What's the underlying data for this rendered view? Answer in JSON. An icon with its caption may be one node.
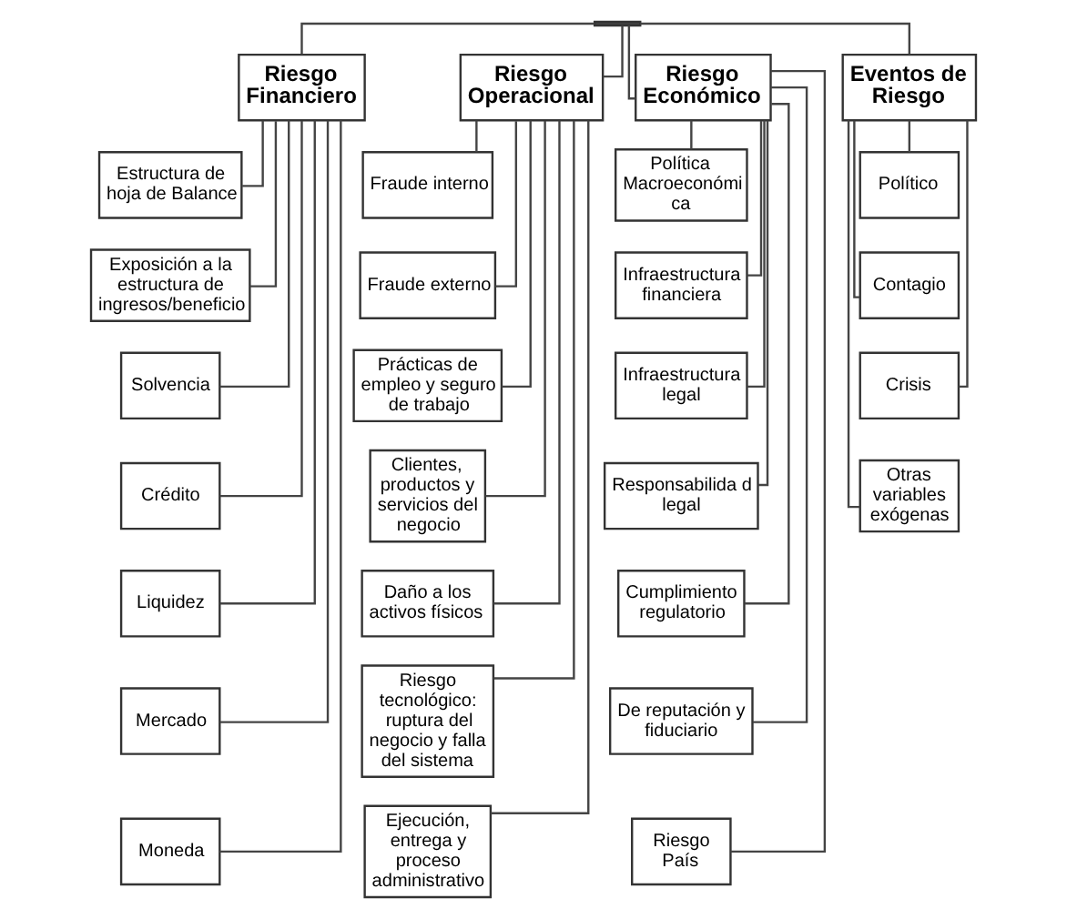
{
  "diagram": {
    "nodes": [
      {
        "text": [],
        "shape": "bar"
      },
      {
        "text": [
          "Riesgo Financiero"
        ]
      },
      {
        "text": [
          "Estructura de hoja de Balance"
        ]
      },
      {
        "text": [
          "Exposición a la estructura de ingresos/beneficio"
        ]
      },
      {
        "text": [
          "Solvencia"
        ]
      },
      {
        "text": [
          "Crédito"
        ]
      },
      {
        "text": [
          "Liquidez"
        ]
      },
      {
        "text": [
          "Mercado"
        ]
      },
      {
        "text": [
          "Moneda"
        ]
      },
      {
        "text": [
          "Riesgo Operacional"
        ]
      },
      {
        "text": [
          "Fraude interno"
        ]
      },
      {
        "text": [
          "Fraude externo"
        ]
      },
      {
        "text": [
          "Prácticas de empleo y seguro de trabajo"
        ]
      },
      {
        "text": [
          "Clientes, productos y servicios del negocio"
        ]
      },
      {
        "text": [
          "Daño a los activos físicos"
        ]
      },
      {
        "text": [
          "Riesgo tecnológico: ruptura del negocio y falla del sistema"
        ]
      },
      {
        "text": [
          "Ejecución, entrega y proceso administrativo"
        ]
      },
      {
        "text": [
          "Riesgo Económico"
        ]
      },
      {
        "text": [
          "Política Macroeconómi ca"
        ]
      },
      {
        "text": [
          "Infraestructura financiera"
        ]
      },
      {
        "text": [
          "Infraestructura legal"
        ]
      },
      {
        "text": [
          "Responsabilida d legal"
        ]
      },
      {
        "text": [
          "Cumplimiento regulatorio"
        ]
      },
      {
        "text": [
          "De reputación y fiduciario"
        ]
      },
      {
        "text": [
          "Riesgo País"
        ]
      },
      {
        "text": [
          "Eventos de Riesgo"
        ]
      },
      {
        "text": [
          "Político"
        ]
      },
      {
        "text": [
          "Contagio"
        ]
      },
      {
        "text": [
          "Crisis"
        ]
      },
      {
        "text": [
          "Otras variables exógenas"
        ]
      }
    ],
    "edges": [
      {
        "from": 0,
        "to": 1,
        "arrow": "none"
      },
      {
        "from": 0,
        "to": 9,
        "arrow": "none"
      },
      {
        "from": 0,
        "to": 17,
        "arrow": "none"
      },
      {
        "from": 0,
        "to": 25,
        "arrow": "none"
      },
      {
        "from": 1,
        "to": 2,
        "arrow": "none"
      },
      {
        "from": 1,
        "to": 3,
        "arrow": "none"
      },
      {
        "from": 1,
        "to": 4,
        "arrow": "none"
      },
      {
        "from": 1,
        "to": 5,
        "arrow": "none"
      },
      {
        "from": 1,
        "to": 6,
        "arrow": "none"
      },
      {
        "from": 1,
        "to": 7,
        "arrow": "none"
      },
      {
        "from": 1,
        "to": 8,
        "arrow": "none"
      },
      {
        "from": 9,
        "to": 10,
        "arrow": "none"
      },
      {
        "from": 9,
        "to": 11,
        "arrow": "none"
      },
      {
        "from": 9,
        "to": 12,
        "arrow": "none"
      },
      {
        "from": 9,
        "to": 13,
        "arrow": "none"
      },
      {
        "from": 9,
        "to": 14,
        "arrow": "none"
      },
      {
        "from": 9,
        "to": 15,
        "arrow": "none"
      },
      {
        "from": 9,
        "to": 16,
        "arrow": "none"
      },
      {
        "from": 17,
        "to": 18,
        "arrow": "none"
      },
      {
        "from": 17,
        "to": 19,
        "arrow": "none"
      },
      {
        "from": 17,
        "to": 20,
        "arrow": "none"
      },
      {
        "from": 17,
        "to": 21,
        "arrow": "none"
      },
      {
        "from": 17,
        "to": 22,
        "arrow": "none"
      },
      {
        "from": 17,
        "to": 23,
        "arrow": "none"
      },
      {
        "from": 17,
        "to": 24,
        "arrow": "none"
      },
      {
        "from": 25,
        "to": 26,
        "arrow": "none"
      },
      {
        "from": 25,
        "to": 27,
        "arrow": "none"
      },
      {
        "from": 25,
        "to": 28,
        "arrow": "none"
      },
      {
        "from": 25,
        "to": 29,
        "arrow": "none"
      }
    ]
  }
}
